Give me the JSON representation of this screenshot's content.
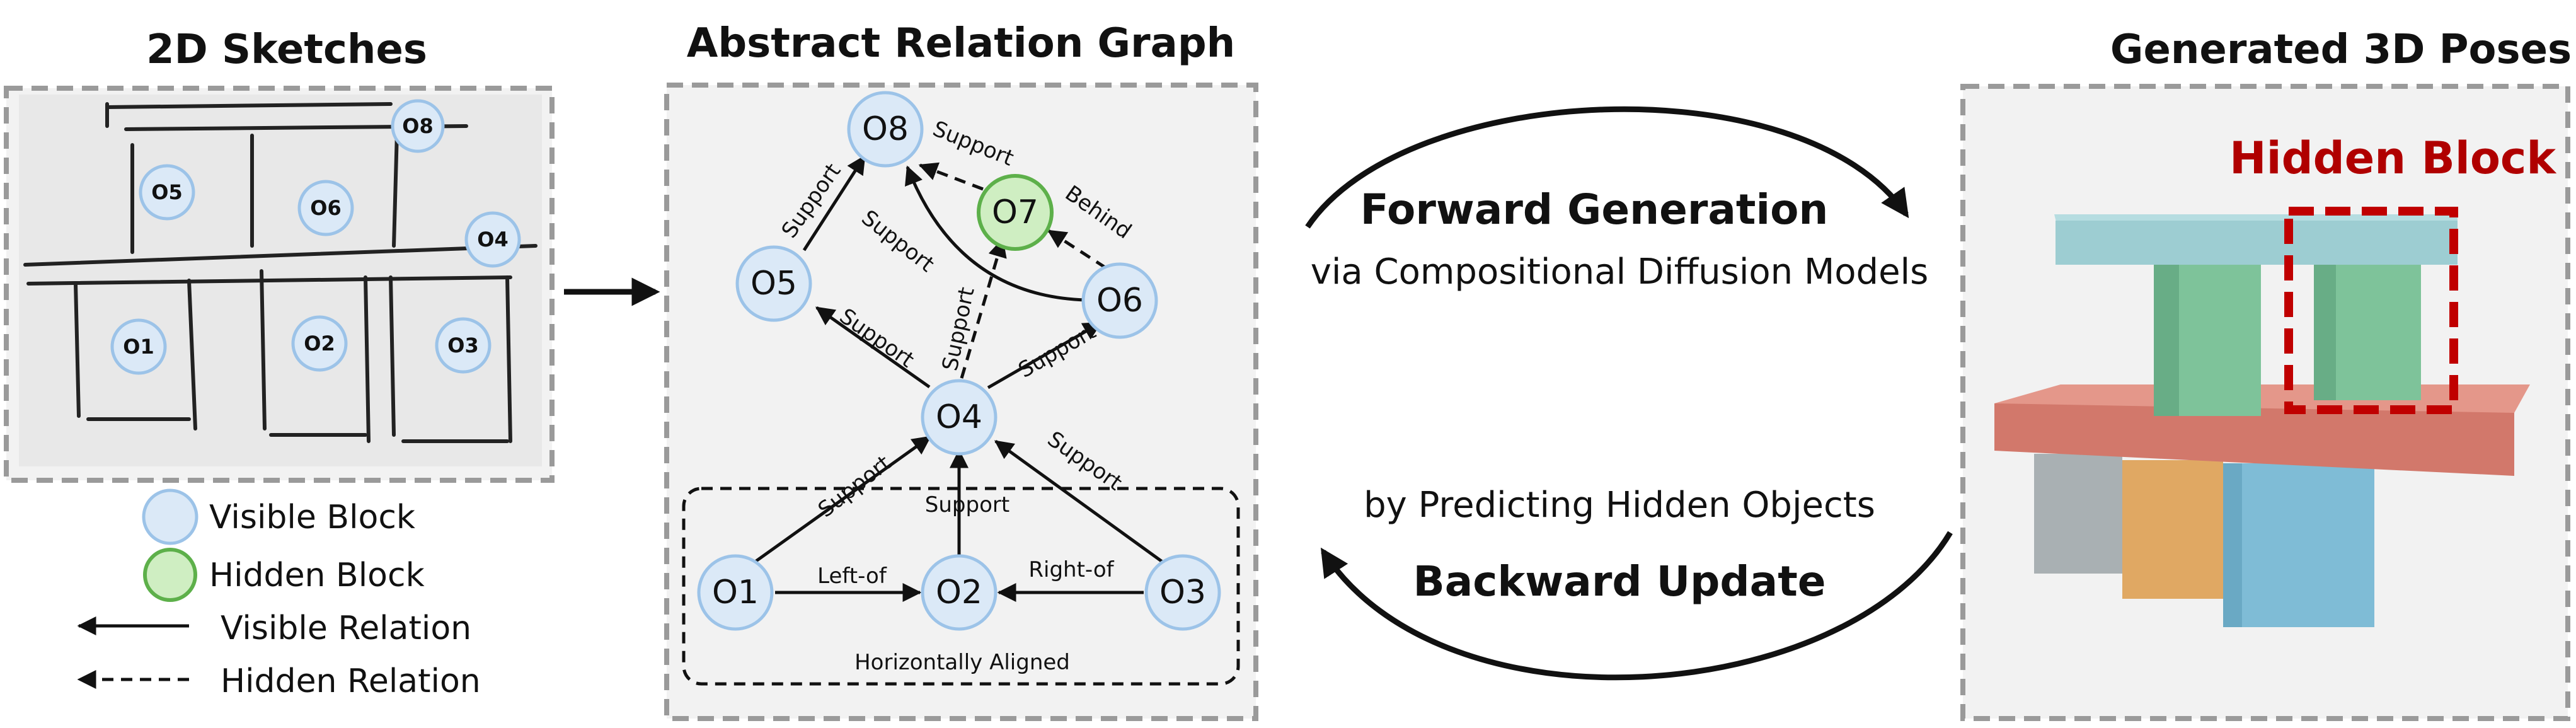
{
  "titles": {
    "sketches": "2D Sketches",
    "graph": "Abstract Relation Graph",
    "poses": "Generated 3D Poses"
  },
  "sketch_nodes": {
    "o1": "O1",
    "o2": "O2",
    "o3": "O3",
    "o4": "O4",
    "o5": "O5",
    "o6": "O6",
    "o8": "O8"
  },
  "graph_nodes": {
    "o1": "O1",
    "o2": "O2",
    "o3": "O3",
    "o4": "O4",
    "o5": "O5",
    "o6": "O6",
    "o7": "O7",
    "o8": "O8"
  },
  "edge_labels": {
    "o8_o5": "Support",
    "o8_o7": "Support",
    "o8_o6": "Support",
    "o7_o6": "Behind",
    "o5_o4": "Support",
    "o7_o4": "Support",
    "o6_o4": "Support",
    "o4_o1": "Support",
    "o4_o2": "Support",
    "o4_o3": "Support",
    "o1_o2": "Left-of",
    "o3_o2": "Right-of",
    "group": "Horizontally Aligned"
  },
  "legend": {
    "visible_block": "Visible Block",
    "hidden_block": "Hidden Block",
    "visible_relation": "Visible Relation",
    "hidden_relation": "Hidden Relation"
  },
  "process": {
    "forward_title": "Forward Generation",
    "forward_sub": "via Compositional Diffusion Models",
    "backward_sub": "by Predicting Hidden Objects",
    "backward_title": "Backward Update"
  },
  "render": {
    "hidden_block_label": "Hidden Block"
  },
  "colors": {
    "visible_node_fill": "#dbe9f7",
    "hidden_node_fill": "#cfeec2",
    "hidden_node_stroke": "#5db04a",
    "hidden_block_red": "#c00000",
    "top_block": "#9dcdd2",
    "green_block": "#7ec39a",
    "red_slab": "#d2786b",
    "grey_block": "#a9b0b3",
    "orange_block": "#e0a863",
    "blue_block": "#7fbcd6"
  }
}
